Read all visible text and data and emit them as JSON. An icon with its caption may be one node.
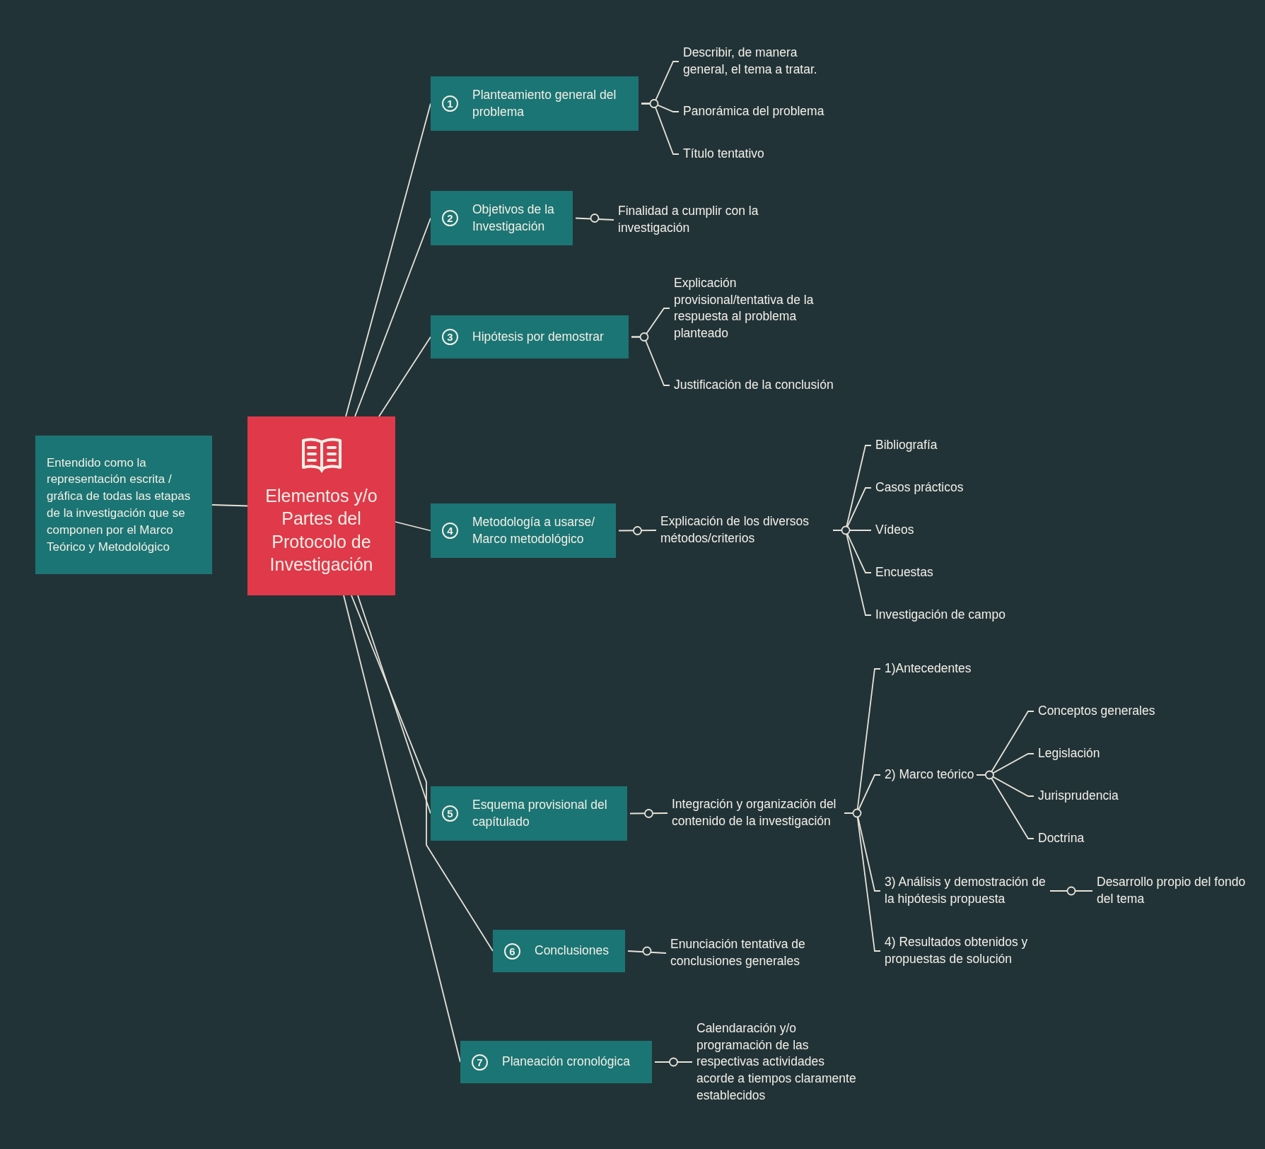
{
  "diagram": {
    "nodes": [
      {
        "text": [
          "Elementos y/o Partes del Protocolo de Investigación"
        ]
      },
      {
        "text": [
          "Entendido como la representación escrita / gráfica de todas las etapas de la investigación que se componen por el Marco Teórico y Metodológico"
        ]
      },
      {
        "text": [
          "1",
          "Planteamiento general del problema"
        ]
      },
      {
        "text": [
          "Describir, de manera general, el tema a tratar."
        ]
      },
      {
        "text": [
          "Panorámica del problema"
        ]
      },
      {
        "text": [
          "Título tentativo"
        ]
      },
      {
        "text": [
          "2",
          "Objetivos de la Investigación"
        ]
      },
      {
        "text": [
          "Finalidad a cumplir con la investigación"
        ]
      },
      {
        "text": [
          "3",
          "Hipótesis por demostrar"
        ]
      },
      {
        "text": [
          "Explicación provisional/tentativa de la respuesta al problema planteado"
        ]
      },
      {
        "text": [
          "Justificación de la conclusión"
        ]
      },
      {
        "text": [
          "4",
          "Metodología a usarse/ Marco metodológico"
        ]
      },
      {
        "text": [
          "Explicación de los diversos métodos/criterios"
        ]
      },
      {
        "text": [
          "Bibliografía"
        ]
      },
      {
        "text": [
          "Casos prácticos"
        ]
      },
      {
        "text": [
          "Vídeos"
        ]
      },
      {
        "text": [
          "Encuestas"
        ]
      },
      {
        "text": [
          "Investigación de campo"
        ]
      },
      {
        "text": [
          "5",
          "Esquema provisional del capítulado"
        ]
      },
      {
        "text": [
          "Integración y organización del contenido de la investigación"
        ]
      },
      {
        "text": [
          "1)Antecedentes"
        ]
      },
      {
        "text": [
          "2) Marco teórico"
        ]
      },
      {
        "text": [
          "Conceptos generales"
        ]
      },
      {
        "text": [
          "Legislación"
        ]
      },
      {
        "text": [
          "Jurisprudencia"
        ]
      },
      {
        "text": [
          "Doctrina"
        ]
      },
      {
        "text": [
          "3) Análisis y demostración de la hipótesis propuesta"
        ]
      },
      {
        "text": [
          "Desarrollo propio del fondo del tema"
        ]
      },
      {
        "text": [
          "4) Resultados obtenidos y propuestas de solución"
        ]
      },
      {
        "text": [
          "6",
          "Conclusiones"
        ]
      },
      {
        "text": [
          "Enunciación tentativa de conclusiones generales"
        ]
      },
      {
        "text": [
          "7",
          "Planeación cronológica"
        ]
      },
      {
        "text": [
          "Calendaración y/o programación de las respectivas actividades acorde a tiempos claramente establecidos"
        ]
      }
    ],
    "edges": [
      {
        "from": 0,
        "to": 1,
        "arrow": "none"
      },
      {
        "from": 0,
        "to": 2,
        "arrow": "none"
      },
      {
        "from": 0,
        "to": 6,
        "arrow": "none"
      },
      {
        "from": 0,
        "to": 8,
        "arrow": "none"
      },
      {
        "from": 0,
        "to": 11,
        "arrow": "none"
      },
      {
        "from": 0,
        "to": 18,
        "arrow": "none"
      },
      {
        "from": 0,
        "to": 29,
        "arrow": "none"
      },
      {
        "from": 0,
        "to": 31,
        "arrow": "none"
      },
      {
        "from": 2,
        "to": 3,
        "arrow": "none"
      },
      {
        "from": 2,
        "to": 4,
        "arrow": "none"
      },
      {
        "from": 2,
        "to": 5,
        "arrow": "none"
      },
      {
        "from": 6,
        "to": 7,
        "arrow": "none"
      },
      {
        "from": 8,
        "to": 9,
        "arrow": "none"
      },
      {
        "from": 8,
        "to": 10,
        "arrow": "none"
      },
      {
        "from": 11,
        "to": 12,
        "arrow": "none"
      },
      {
        "from": 12,
        "to": 13,
        "arrow": "none"
      },
      {
        "from": 12,
        "to": 14,
        "arrow": "none"
      },
      {
        "from": 12,
        "to": 15,
        "arrow": "none"
      },
      {
        "from": 12,
        "to": 16,
        "arrow": "none"
      },
      {
        "from": 12,
        "to": 17,
        "arrow": "none"
      },
      {
        "from": 18,
        "to": 19,
        "arrow": "none"
      },
      {
        "from": 19,
        "to": 20,
        "arrow": "none"
      },
      {
        "from": 19,
        "to": 21,
        "arrow": "none"
      },
      {
        "from": 19,
        "to": 26,
        "arrow": "none"
      },
      {
        "from": 19,
        "to": 28,
        "arrow": "none"
      },
      {
        "from": 21,
        "to": 22,
        "arrow": "none"
      },
      {
        "from": 21,
        "to": 23,
        "arrow": "none"
      },
      {
        "from": 21,
        "to": 24,
        "arrow": "none"
      },
      {
        "from": 21,
        "to": 25,
        "arrow": "none"
      },
      {
        "from": 26,
        "to": 27,
        "arrow": "none"
      },
      {
        "from": 29,
        "to": 30,
        "arrow": "none"
      },
      {
        "from": 31,
        "to": 32,
        "arrow": "none"
      }
    ]
  }
}
